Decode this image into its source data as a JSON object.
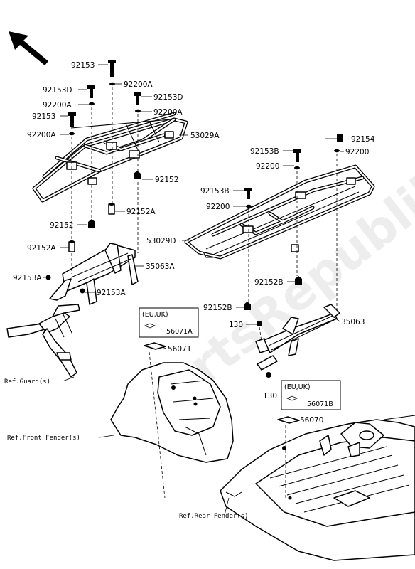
{
  "watermark": "PartsRepublik",
  "direction_icon": "arrow-front-left",
  "labels": {
    "p92153_top": "92153",
    "p92200A_1": "92200A",
    "p92153D_left": "92153D",
    "p92153D_right": "92153D",
    "p92200A_2": "92200A",
    "p92200A_3": "92200A",
    "p92153_mid": "92153",
    "p92200A_4": "92200A",
    "p53029A": "53029A",
    "p92152_right": "92152",
    "p92152A_right": "92152A",
    "p92152_left": "92152",
    "p53029D": "53029D",
    "p92152A_left": "92152A",
    "p35063A": "35063A",
    "p92153A_left": "92153A",
    "p92153A_right": "92153A",
    "p92154": "92154",
    "p92200_r1": "92200",
    "p92153B_1": "92153B",
    "p92200_r2": "92200",
    "p92153B_2": "92153B",
    "p92200_r3": "92200",
    "p92152B_1": "92152B",
    "p92152B_2": "92152B",
    "p130_1": "130",
    "p35063": "35063",
    "p130_2": "130",
    "p56071": "56071",
    "p56070": "56070"
  },
  "boxes": {
    "left": {
      "region": "(EU,UK)",
      "part": "56071A"
    },
    "right": {
      "region": "(EU,UK)",
      "part": "56071B"
    }
  },
  "refs": {
    "guards": "Ref.Guard(s)",
    "front_fender": "Ref.Front Fender(s)",
    "rear_fender": "Ref.Rear Fender(s)"
  }
}
